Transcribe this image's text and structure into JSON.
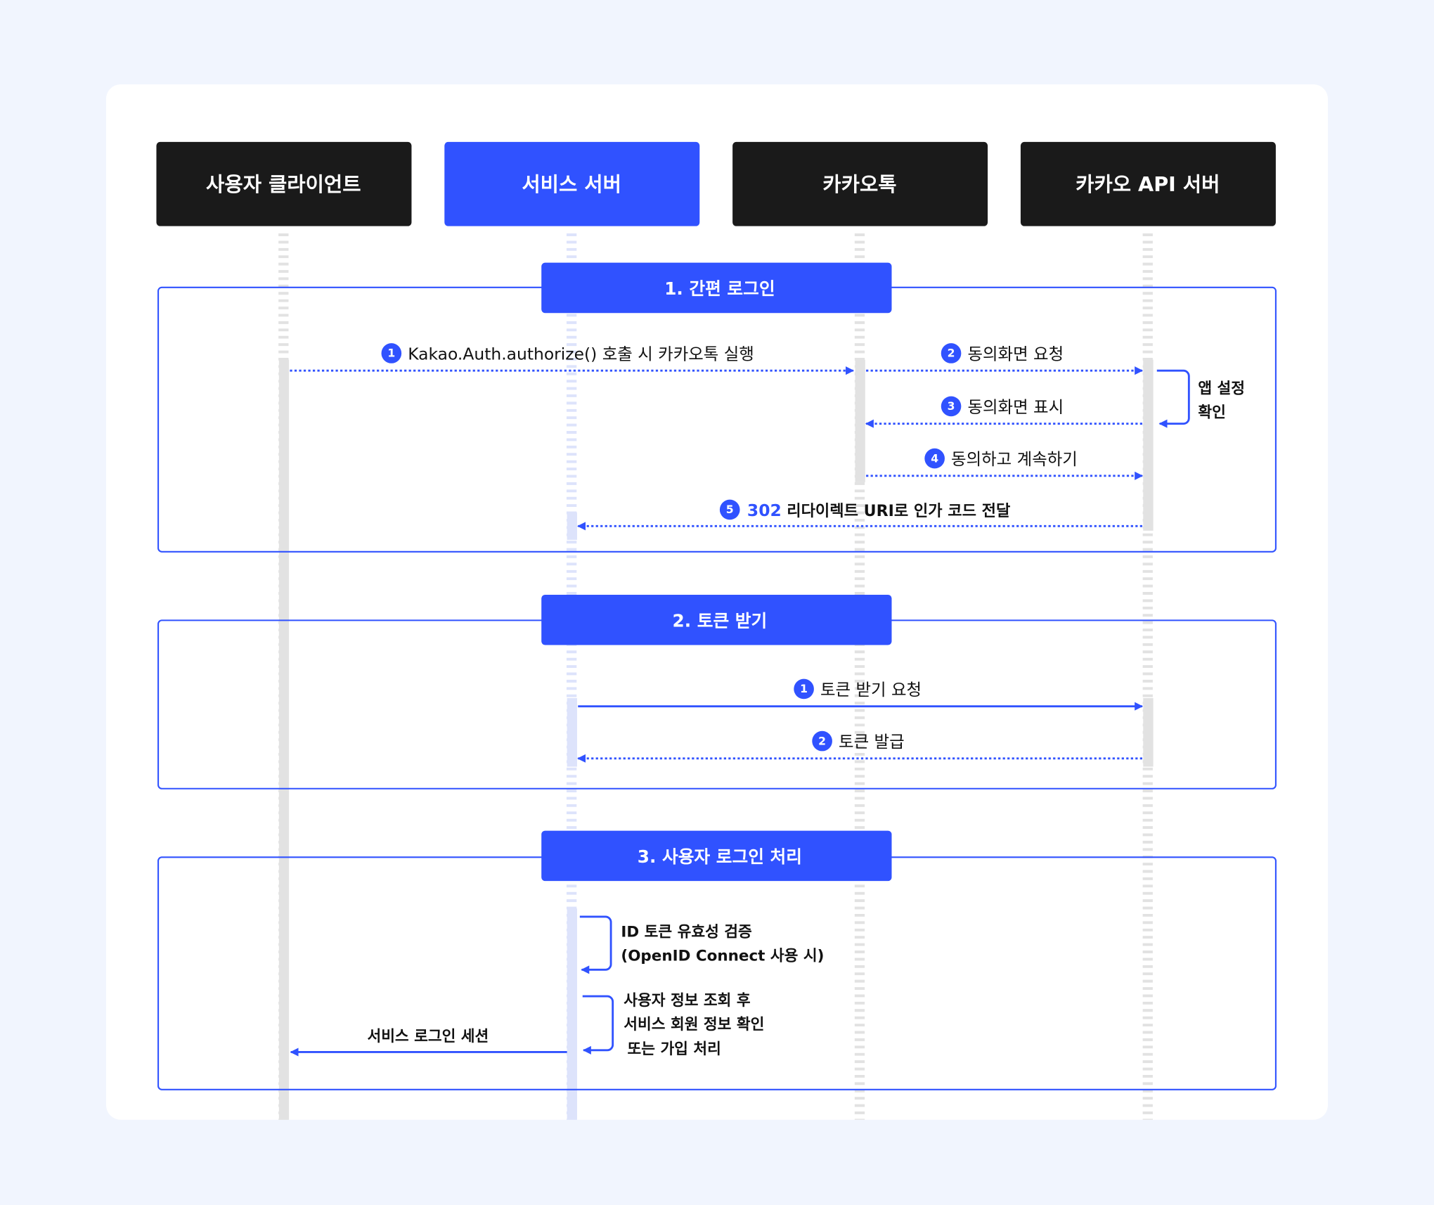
{
  "colors": {
    "accent": "#3052ff",
    "header_dark": "#1a1a1a",
    "background": "#f1f5fe",
    "lifeline_gray": "#e2e2e2",
    "lifeline_blue": "#dde3fb"
  },
  "participants": [
    {
      "label": "사용자 클라이언트"
    },
    {
      "label": "서비스 서버"
    },
    {
      "label": "카카오톡"
    },
    {
      "label": "카카오 API 서버"
    }
  ],
  "sections": [
    {
      "title": "1. 간편 로그인",
      "messages": [
        {
          "num": "1",
          "text": "Kakao.Auth.authorize() 호출 시 카카오톡 실행"
        },
        {
          "num": "2",
          "text": "동의화면 요청"
        },
        {
          "num": "3",
          "text": "동의화면 표시"
        },
        {
          "num": "4",
          "text": "동의하고 계속하기"
        },
        {
          "num": "5",
          "code": "302",
          "text": "리다이렉트 URI로 인가 코드 전달"
        }
      ],
      "self_note": [
        "앱 설정",
        "확인"
      ]
    },
    {
      "title": "2. 토큰 받기",
      "messages": [
        {
          "num": "1",
          "text": "토큰 받기 요청"
        },
        {
          "num": "2",
          "text": "토큰 발급"
        }
      ]
    },
    {
      "title": "3. 사용자 로그인 처리",
      "notes": [
        [
          "ID 토큰 유효성 검증",
          "(OpenID Connect 사용 시)"
        ],
        [
          "사용자 정보 조회 후",
          "서비스 회원 정보 확인",
          "또는 가입 처리"
        ]
      ],
      "return_label": "서비스 로그인 세션"
    }
  ]
}
